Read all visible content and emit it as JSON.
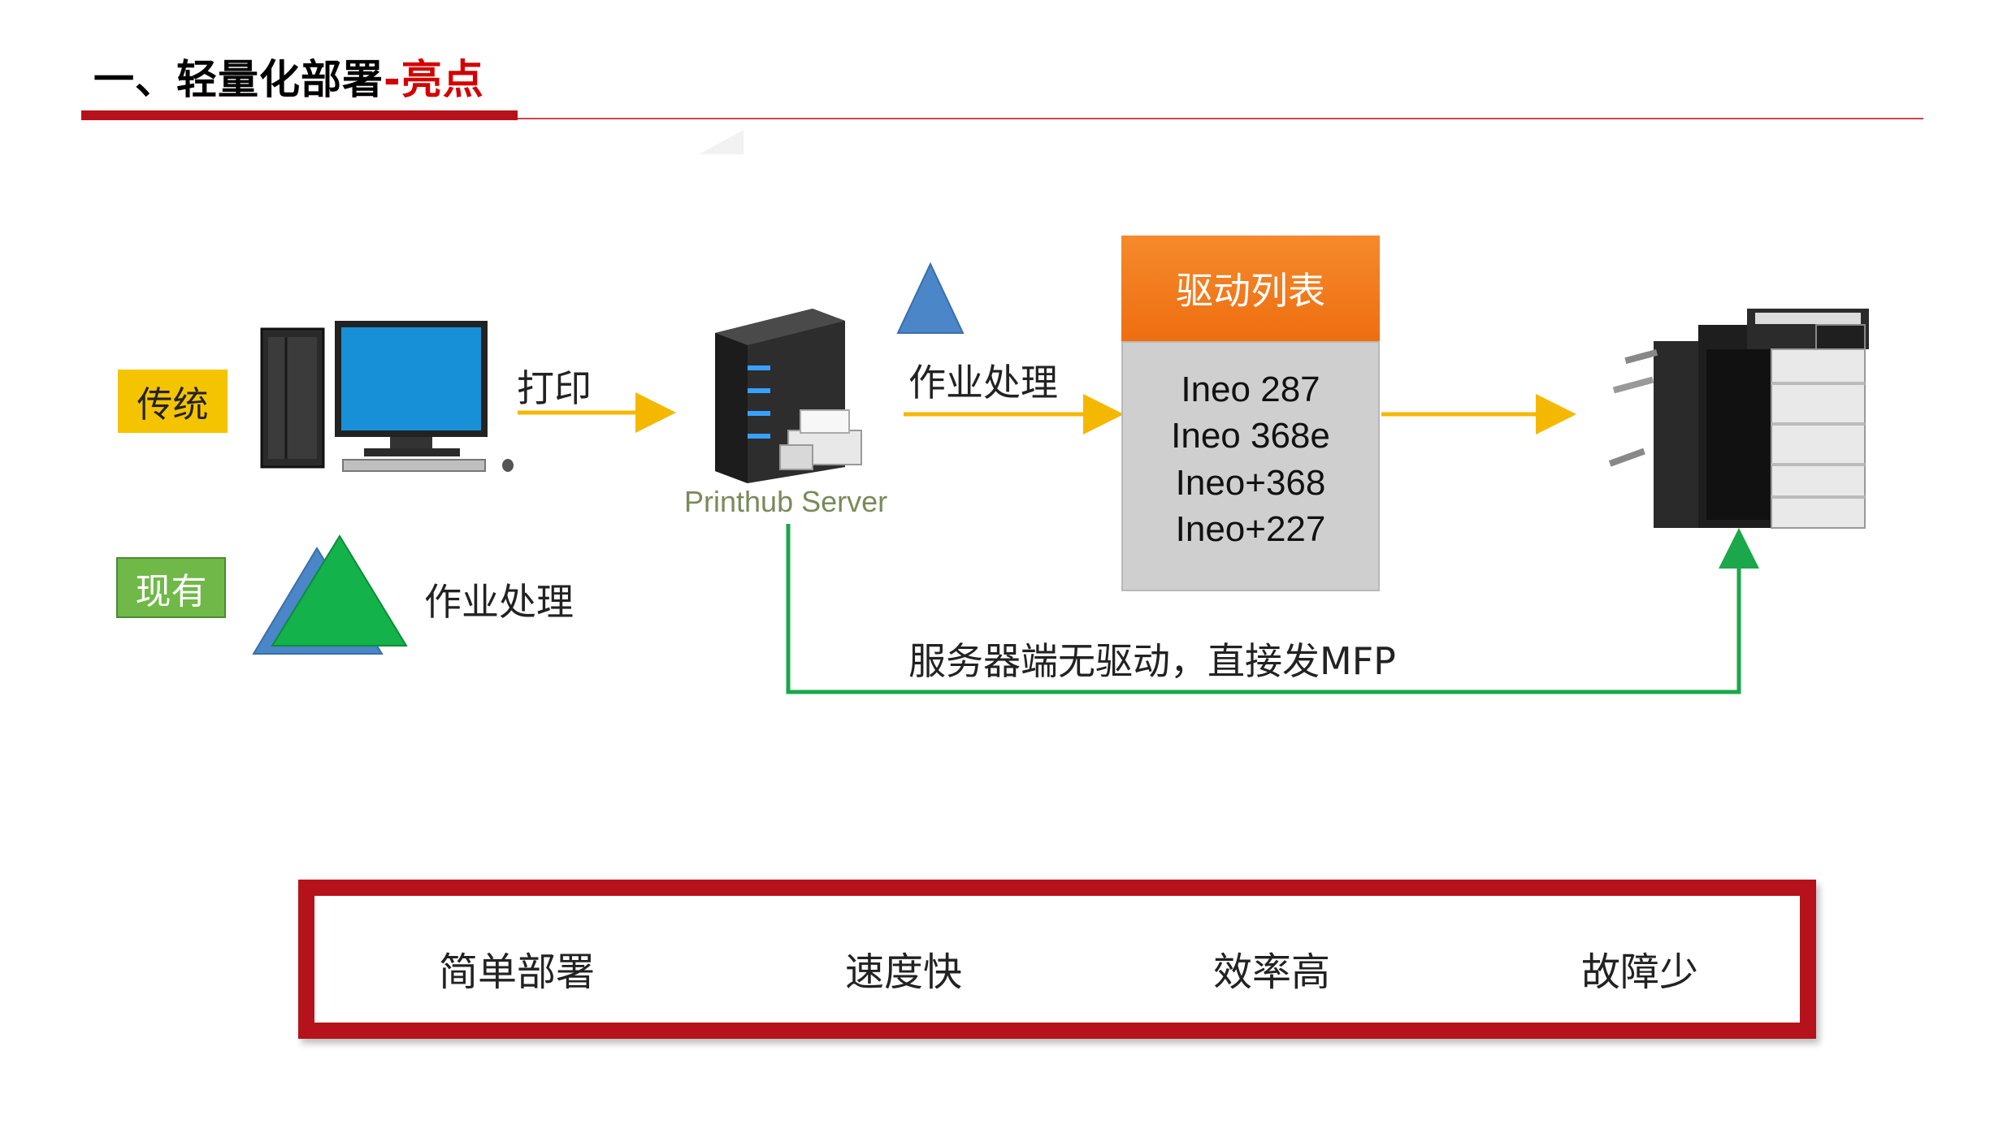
{
  "header": {
    "title_main": "一、轻量化部署",
    "title_highlight": "-亮点"
  },
  "labels": {
    "traditional": "传统",
    "current": "现有"
  },
  "flow": {
    "print": "打印",
    "job_processing_top": "作业处理",
    "job_processing_legend": "作业处理",
    "server_name": "Printhub Server",
    "direct_path": "服务器端无驱动，直接发MFP"
  },
  "driver_list": {
    "title": "驱动列表",
    "items": [
      "Ineo 287",
      "Ineo 368e",
      "Ineo+368",
      "Ineo+227"
    ]
  },
  "benefits": [
    "简单部署",
    "速度快",
    "效率高",
    "故障少"
  ],
  "colors": {
    "accent_red": "#b5121b",
    "flow_yellow": "#f5b800",
    "flow_green": "#1aa84a",
    "driver_orange": "#f07a1c",
    "tag_yellow": "#f5c400",
    "tag_green": "#70b848"
  }
}
